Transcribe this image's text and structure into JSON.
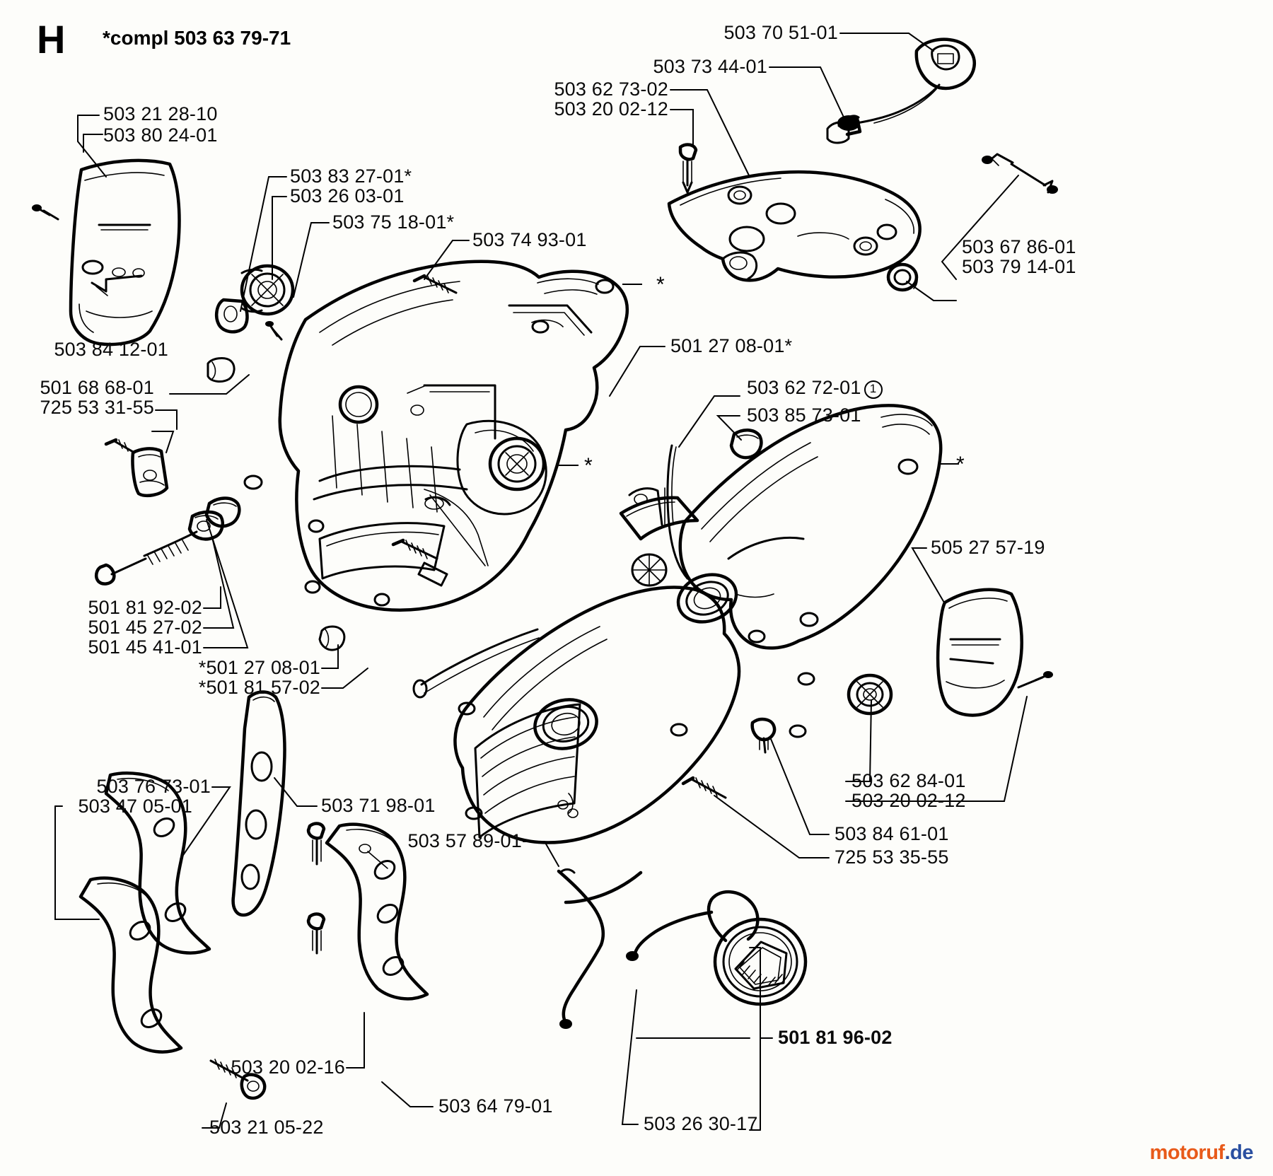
{
  "page": {
    "section_letter": "H",
    "compl_note": "*compl 503 63 79-71",
    "watermark_brand": "motoruf",
    "watermark_tld": ".de",
    "accent_orange": "#e85a1a",
    "accent_blue": "#2a4fa0",
    "background": "#fdfdfa",
    "ink": "#0a0a0a"
  },
  "labels": {
    "l01": "503 21 28-10",
    "l02": "503 80 24-01",
    "l03": "503 83 27-01*",
    "l04": "503 26 03-01",
    "l05": "503 75 18-01*",
    "l06": "503 74 93-01",
    "l07": "503 70 51-01",
    "l08": "503 73 44-01",
    "l09": "503 62 73-02",
    "l10": "503 20 02-12",
    "l11": "503 67 86-01",
    "l12": "503 79 14-01",
    "l13": "503 84 12-01",
    "l14": "501 68 68-01",
    "l15": "725 53 31-55",
    "l16": "501 27 08-01*",
    "l17": "503 62 72-01",
    "l17_sup": "1",
    "l18": "503 85 73-01",
    "l19": "505 27 57-19",
    "l20": "501 81 92-02",
    "l21": "501 45 27-02",
    "l22": "501 45 41-01",
    "l23": "*501 27 08-01",
    "l24": "*501 81 57-02",
    "l25": "503 76 73-01",
    "l26": "503 47 05-01",
    "l27": "503 71 98-01",
    "l28": "503 62 84-01",
    "l29": "503 20 02-12",
    "l30": "503 84 61-01",
    "l31": "725 53 35-55",
    "l32": "503 57 89-01",
    "l33": "503 20 02-16",
    "l34": "503 21 05-22",
    "l35": "503 64 79-01",
    "l36": "503 26 30-17",
    "l37": "501 81 96-02",
    "star_a": "*",
    "star_b": "*",
    "star_c": "*",
    "star_d": "*"
  }
}
